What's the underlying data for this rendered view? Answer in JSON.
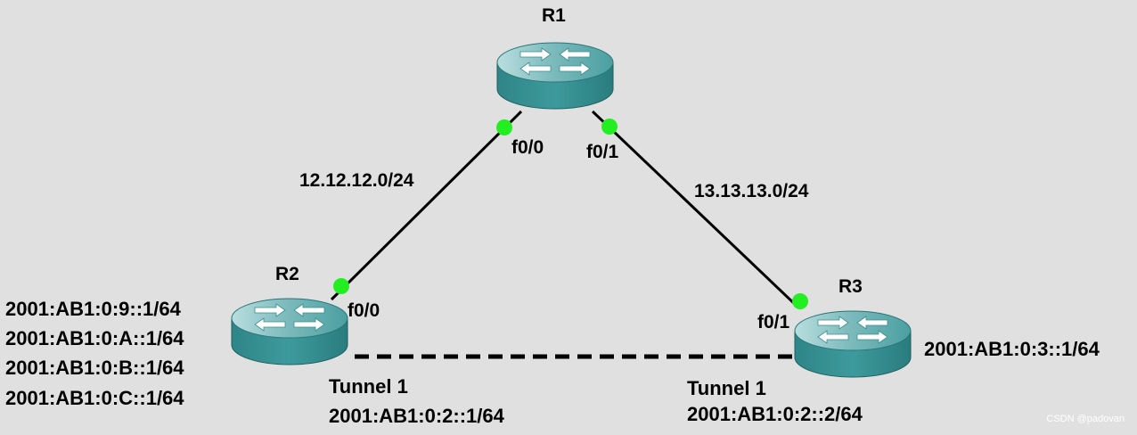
{
  "diagram": {
    "routers": [
      {
        "id": "R1",
        "label": "R1"
      },
      {
        "id": "R2",
        "label": "R2"
      },
      {
        "id": "R3",
        "label": "R3"
      }
    ],
    "links": [
      {
        "network": "12.12.12.0/24",
        "a_port": "f0/0",
        "b_port": "f0/0"
      },
      {
        "network": "13.13.13.0/24",
        "a_port": "f0/1",
        "b_port": "f0/1"
      }
    ],
    "r2_loopbacks": [
      "2001:AB1:0:9::1/64",
      "2001:AB1:0:A::1/64",
      "2001:AB1:0:B::1/64",
      "2001:AB1:0:C::1/64"
    ],
    "r3_loopback": "2001:AB1:0:3::1/64",
    "tunnel": {
      "r2_name": "Tunnel 1",
      "r2_addr": "2001:AB1:0:2::1/64",
      "r3_name": "Tunnel 1",
      "r3_addr": "2001:AB1:0:2::2/64"
    },
    "colors": {
      "background": "#e0e0e0",
      "router_body": "#3f9c9e",
      "router_top": "#8cc6c8",
      "port_dot": "#22ee22",
      "line": "#000000"
    },
    "icons": [
      "router-icon",
      "port-status-dot"
    ]
  },
  "watermark": "CSDN @padovan"
}
